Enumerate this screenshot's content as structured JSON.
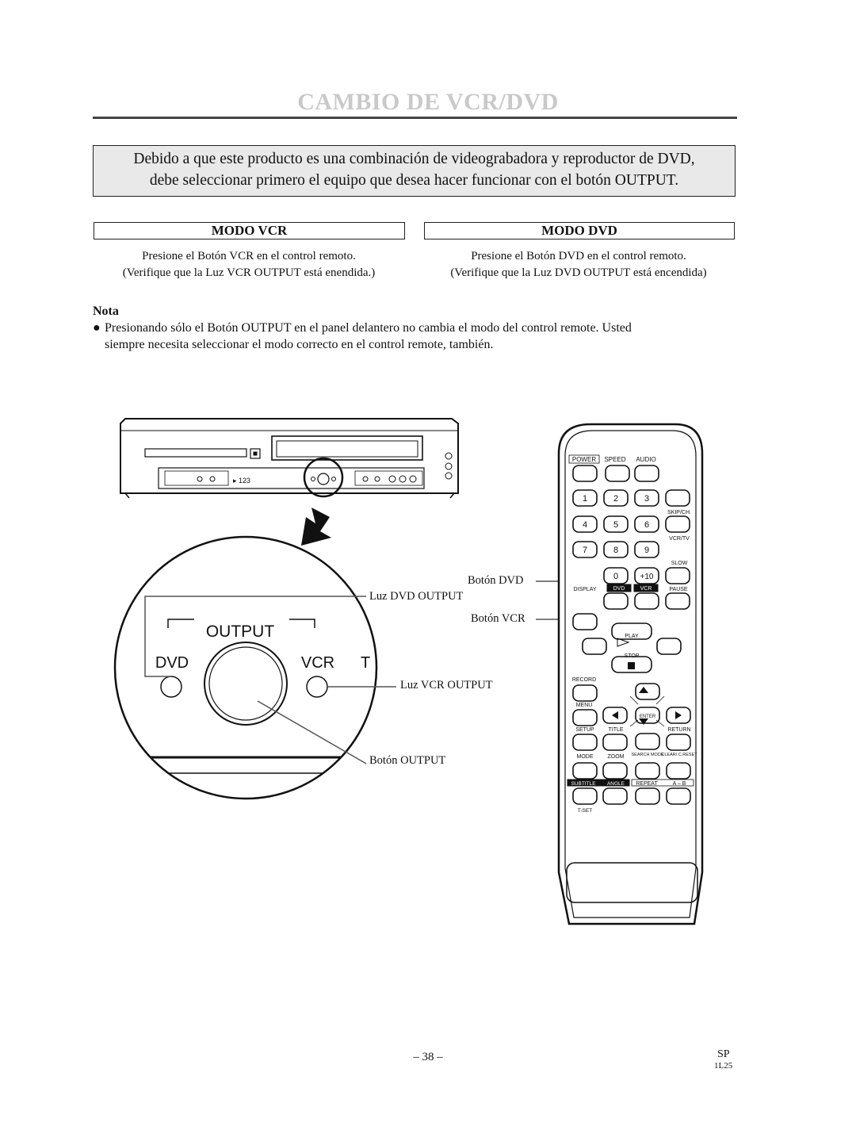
{
  "page": {
    "title": "CAMBIO DE VCR/DVD",
    "intro": [
      "Debido a que este producto es una combinación de videograbadora y reproductor de DVD,",
      "debe seleccionar primero el equipo que desea hacer funcionar con el botón OUTPUT."
    ],
    "modes": [
      {
        "heading": "MODO VCR",
        "line1": "Presione el Botón VCR en el control remoto.",
        "line2": "(Verifique que la Luz VCR OUTPUT está enendida.)"
      },
      {
        "heading": "MODO DVD",
        "line1": "Presione el Botón DVD en el control remoto.",
        "line2": "(Verifique que la Luz DVD OUTPUT está encendida)"
      }
    ],
    "note": {
      "heading": "Nota",
      "bullet": "●",
      "line1": "Presionando sólo el Botón OUTPUT en el panel delantero no cambia el modo del control remote. Usted",
      "line2": "siempre necesita seleccionar el modo correcto en el control remote, también."
    },
    "callouts": {
      "boton_dvd": "Botón DVD",
      "luz_dvd_output": "Luz DVD OUTPUT",
      "boton_vcr": "Botón VCR",
      "luz_vcr_output": "Luz VCR OUTPUT",
      "boton_output": "Botón OUTPUT"
    },
    "zoom": {
      "output": "OUTPUT",
      "dvd": "DVD",
      "vcr": "VCR",
      "partial": "T"
    },
    "remote": {
      "power": "POWER",
      "speed": "SPEED",
      "audio": "AUDIO",
      "n1": "1",
      "n2": "2",
      "n3": "3",
      "n4": "4",
      "n5": "5",
      "n6": "6",
      "n7": "7",
      "n8": "8",
      "n9": "9",
      "n0": "0",
      "plus10": "+10",
      "skip_ch": "SKIP/CH.",
      "vcr_tv": "VCR/TV",
      "slow": "SLOW",
      "display": "DISPLAY",
      "dvd": "DVD",
      "vcr": "VCR",
      "pause": "PAUSE",
      "play": "PLAY",
      "stop": "STOP",
      "record": "RECORD",
      "menu": "MENU",
      "enter": "ENTER",
      "setup": "SETUP",
      "title": "TITLE",
      "return": "RETURN",
      "mode": "MODE",
      "zoom": "ZOOM",
      "search_mode": "SEARCH MODE",
      "clear_creset": "CLEAR/ C.RESET",
      "subtitle": "SUBTITLE",
      "angle": "ANGLE",
      "repeat": "REPEAT",
      "a_b": "A – B",
      "tset": "T-SET"
    },
    "footer": {
      "page_number": "– 38 –",
      "lang": "SP",
      "code": "1L25"
    }
  }
}
